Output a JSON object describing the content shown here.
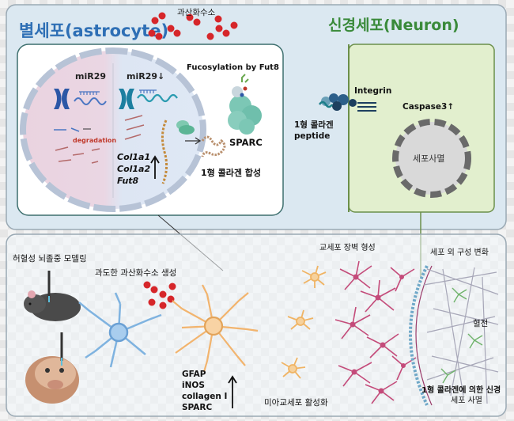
{
  "top_panel": {
    "astrocyte_title": "별세포(astrocyte)",
    "oxidative_stress_label": "과산화수소",
    "neuron_title": "신경세포(Neuron)"
  },
  "astrocyte_cell": {
    "mir29_normal": "miR29",
    "mir29_reduced": "miR29↓",
    "degradation": "degradation",
    "genes": [
      "Col1a1",
      "Col1a2",
      "Fut8"
    ],
    "fucosylation": "Fucosylation by Fut8",
    "sparc": "SPARC",
    "collagen_synthesis": "1형 콜라겐 합성"
  },
  "neuron_cell": {
    "integrin": "Integrin",
    "peptide_line1": "1형 콜라겐",
    "peptide_line2": "peptide",
    "caspase": "Caspase3↑",
    "cell_death": "세포사멸"
  },
  "bottom_panel": {
    "stroke_model": "허혈성 뇌졸중 모델링",
    "excess_h2o2": "과도한 과산화수소 생성",
    "markers": [
      "GFAP",
      "iNOS",
      "collagen I",
      "SPARC"
    ],
    "glial_scar": "교세포 장벽 형성",
    "ecm_change": "세포 외 구성 변화",
    "thrombus": "혈전",
    "microglia": "미아교세포 활성화",
    "neuron_death_line1": "1형 콜라겐에 의한 신경",
    "neuron_death_line2": "세포 사멸"
  },
  "colors": {
    "top_bg": "#dce9f2",
    "astro_title": "#2e6fb5",
    "neuron_title": "#3a8a3a",
    "neuron_box": "#e3f0cf",
    "h2o2_red": "#d6262a"
  }
}
